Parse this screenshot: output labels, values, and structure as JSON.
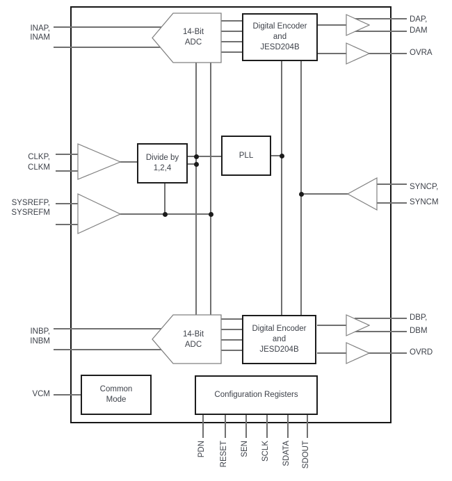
{
  "colors": {
    "background": "#ffffff",
    "connector_line": "#6f6f6f",
    "block_border": "#1c1c1c",
    "buffer_border": "#808080",
    "text": "#3d4149"
  },
  "blocks": {
    "adc_a": {
      "lines": [
        "14-Bit",
        "ADC"
      ]
    },
    "encoder_a": {
      "lines": [
        "Digital Encoder",
        "and",
        "JESD204B"
      ]
    },
    "divider": {
      "lines": [
        "Divide by",
        "1,2,4"
      ]
    },
    "pll": {
      "label": "PLL"
    },
    "adc_b": {
      "lines": [
        "14-Bit",
        "ADC"
      ]
    },
    "encoder_b": {
      "lines": [
        "Digital Encoder",
        "and",
        "JESD204B"
      ]
    },
    "common_mode": {
      "lines": [
        "Common",
        "Mode"
      ]
    },
    "config_registers": {
      "label": "Configuration Registers"
    }
  },
  "pins": {
    "left": {
      "inap": "INAP,",
      "inam": "INAM",
      "clkp": "CLKP,",
      "clkm": "CLKM",
      "sysrefp": "SYSREFP,",
      "sysrefm": "SYSREFM",
      "inbp": "INBP,",
      "inbm": "INBM",
      "vcm": "VCM"
    },
    "right": {
      "dap": "DAP,",
      "dam": "DAM",
      "ovra": "OVRA",
      "syncp": "SYNCP,",
      "syncm": "SYNCM",
      "dbp": "DBP,",
      "dbm": "DBM",
      "ovrd": "OVRD"
    },
    "bottom": [
      "PDN",
      "RESET",
      "SEN",
      "SCLK",
      "SDATA",
      "SDOUT"
    ]
  }
}
